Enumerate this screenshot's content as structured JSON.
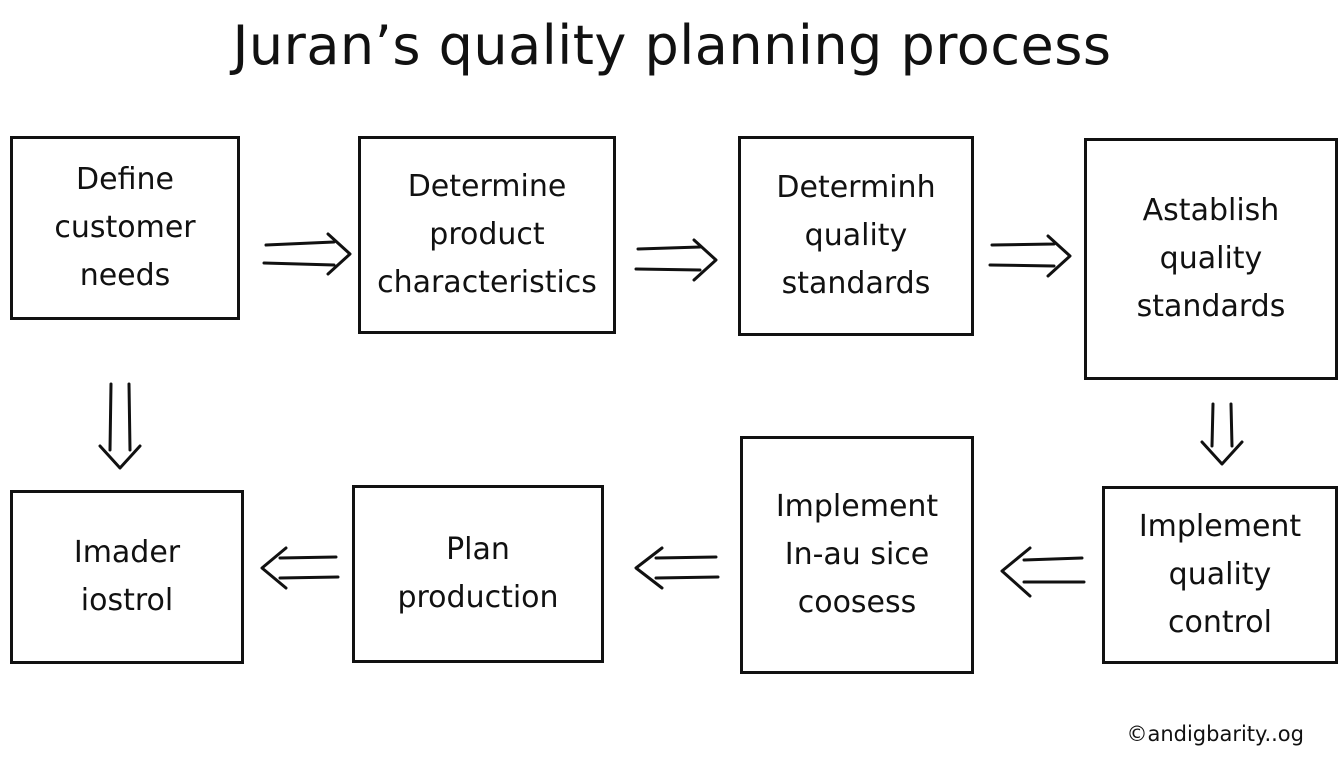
{
  "title": "Juran’s quality planning process",
  "boxes": [
    {
      "lines": [
        "Define",
        "customer",
        "needs"
      ]
    },
    {
      "lines": [
        "Determine",
        "product",
        "characteristics"
      ]
    },
    {
      "lines": [
        "Determinh",
        "quality",
        "standards"
      ]
    },
    {
      "lines": [
        "Astablish",
        "quality",
        "standards"
      ]
    },
    {
      "lines": [
        "Imader",
        "iostrol"
      ]
    },
    {
      "lines": [
        "Plan",
        "production"
      ]
    },
    {
      "lines": [
        "Implement",
        "In-au sice",
        "coosess"
      ]
    },
    {
      "lines": [
        "Implement",
        "quality",
        "control"
      ]
    }
  ],
  "credit": "©andigbarity..og",
  "colors": {
    "ink": "#111111",
    "background": "#ffffff"
  },
  "icons": [
    "double-arrow-right-icon",
    "double-arrow-down-icon",
    "double-arrow-left-icon"
  ]
}
